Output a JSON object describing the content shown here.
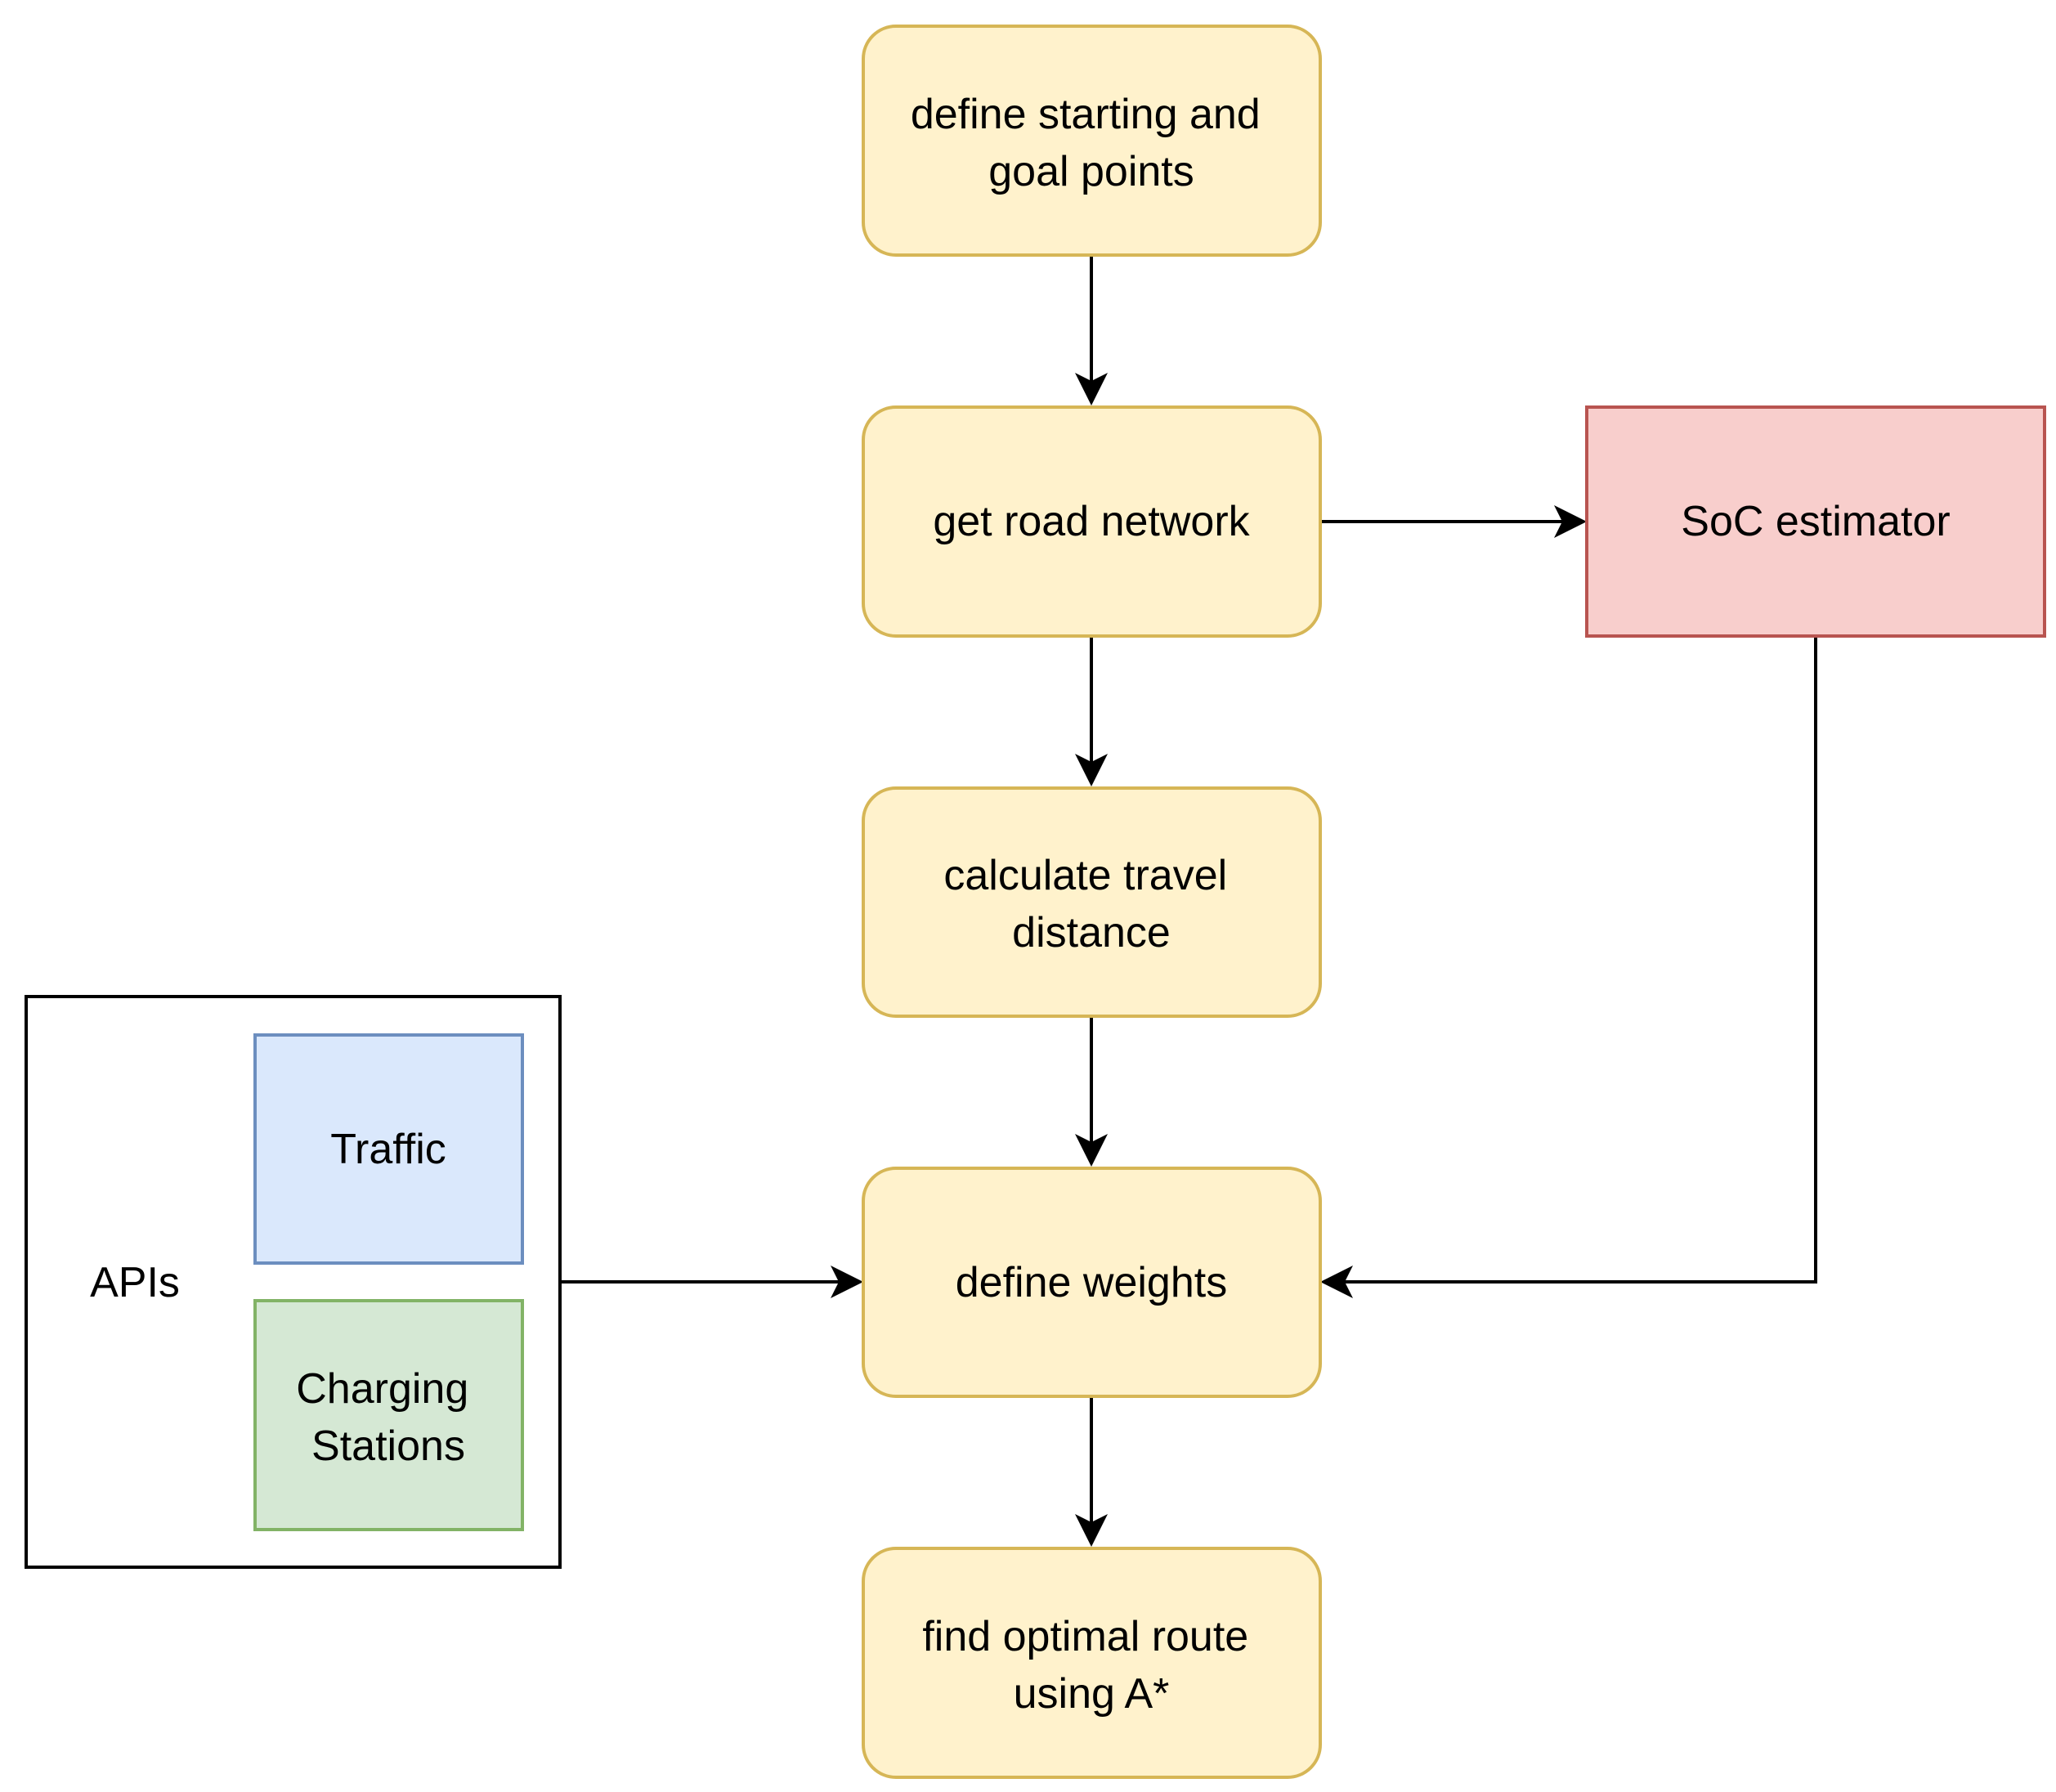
{
  "nodes": {
    "define_points": {
      "lines": [
        "define starting and",
        "goal points"
      ]
    },
    "road_network": {
      "lines": [
        "get road network"
      ]
    },
    "soc_estimator": {
      "lines": [
        "SoC estimator"
      ]
    },
    "travel_distance": {
      "lines": [
        "calculate travel",
        "distance"
      ]
    },
    "define_weights": {
      "lines": [
        "define weights"
      ]
    },
    "optimal_route": {
      "lines": [
        "find optimal route",
        "using A*"
      ]
    },
    "apis_group": {
      "label": "APIs"
    },
    "traffic": {
      "lines": [
        "Traffic"
      ]
    },
    "charging_stations": {
      "lines": [
        "Charging",
        "Stations"
      ]
    }
  },
  "edges": [
    {
      "from": "define_points",
      "to": "road_network"
    },
    {
      "from": "road_network",
      "to": "soc_estimator"
    },
    {
      "from": "road_network",
      "to": "travel_distance"
    },
    {
      "from": "travel_distance",
      "to": "define_weights"
    },
    {
      "from": "apis_group",
      "to": "define_weights"
    },
    {
      "from": "soc_estimator",
      "to": "define_weights"
    },
    {
      "from": "define_weights",
      "to": "optimal_route"
    }
  ],
  "colors": {
    "process_fill": "#fff2cc",
    "process_stroke": "#d6b656",
    "soc_fill": "#f8cecc",
    "soc_stroke": "#b85450",
    "traffic_fill": "#dae8fc",
    "traffic_stroke": "#6c8ebf",
    "charging_fill": "#d5e8d4",
    "charging_stroke": "#82b366",
    "line": "#000000"
  }
}
